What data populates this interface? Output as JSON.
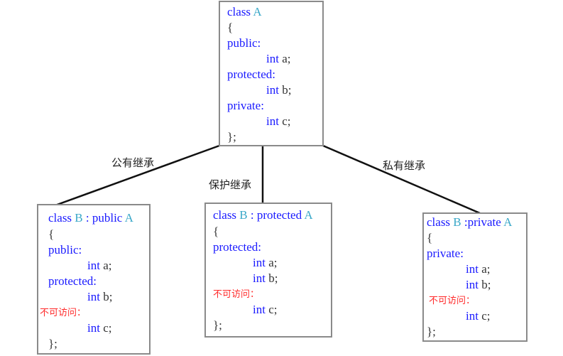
{
  "colors": {
    "keyword": "#1a1aff",
    "class_name": "#3aa8c8",
    "text": "#333333",
    "inaccessible": "#ff2a2a",
    "border": "#8a8a8a"
  },
  "base": {
    "header_kw": "class",
    "header_name": "A",
    "open": "{",
    "public_label": "public:",
    "a": "int a;",
    "protected_label": "protected:",
    "b": "int b;",
    "private_label": "private:",
    "c": "int c;",
    "close": "};"
  },
  "edges": {
    "public": "公有继承",
    "protected": "保护继承",
    "private": "私有继承"
  },
  "public_derived": {
    "header_kw": "class",
    "header_name": "B",
    "header_mode": ": public",
    "header_base": "A",
    "open": "{",
    "public_label": "public:",
    "a": "int a;",
    "protected_label": "protected:",
    "b": "int b;",
    "inaccessible_label": "不可访问：",
    "c": "int c;",
    "close": "};"
  },
  "protected_derived": {
    "header_kw": "class",
    "header_name": "B",
    "header_mode": ": protected",
    "header_base": "A",
    "open": "{",
    "protected_label": "protected:",
    "a": "int a;",
    "b": "int b;",
    "inaccessible_label": "不可访问：",
    "c": "int c;",
    "close": "};"
  },
  "private_derived": {
    "header_kw": "class",
    "header_name": "B",
    "header_mode": ":private",
    "header_base": "A",
    "open": "{",
    "private_label": "private:",
    "a": "int a;",
    "b": "int b;",
    "inaccessible_label": "不可访问：",
    "c": "int c;",
    "close": "};"
  }
}
